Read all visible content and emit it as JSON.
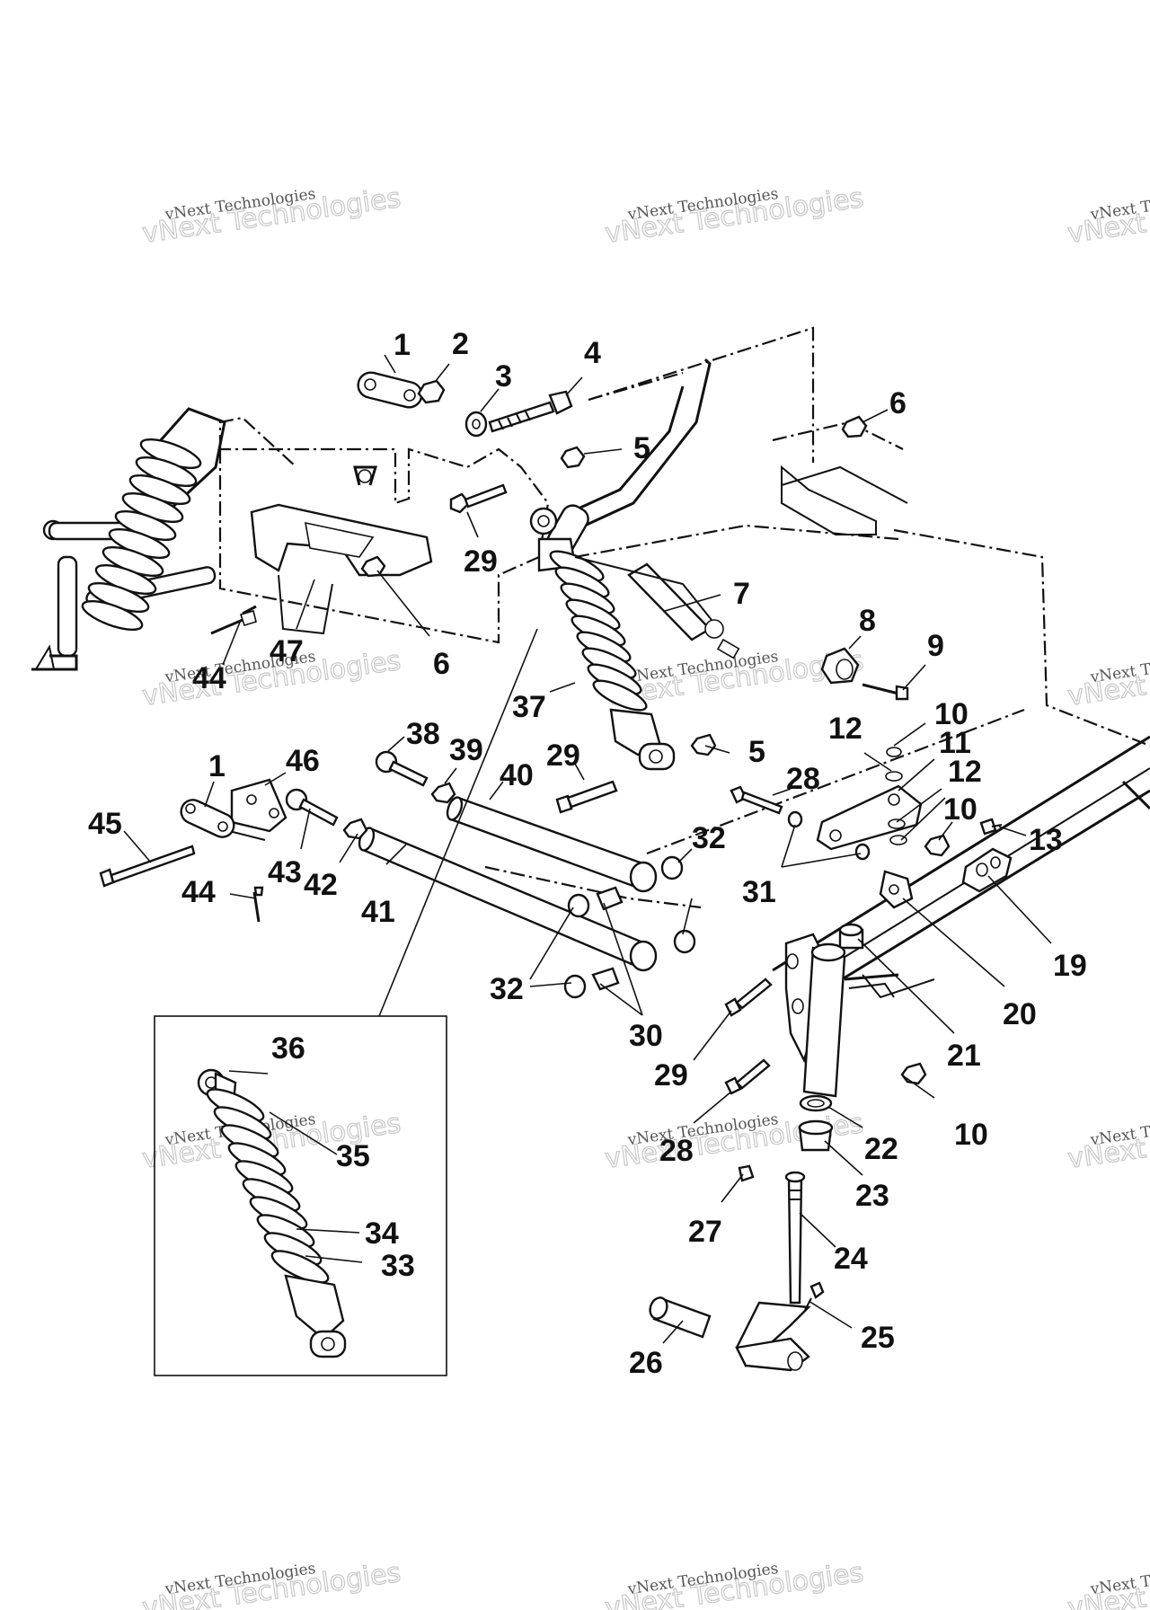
{
  "watermark": {
    "big_text": "vNext Technologies",
    "small_text": "vNext Technologies"
  },
  "parts": {
    "p1": "1",
    "p2": "2",
    "p3": "3",
    "p4": "4",
    "p5": "5",
    "p6": "6",
    "p7": "7",
    "p8": "8",
    "p9": "9",
    "p10": "10",
    "p11": "11",
    "p12": "12",
    "p13": "13",
    "p19": "19",
    "p20": "20",
    "p21": "21",
    "p22": "22",
    "p23": "23",
    "p24": "24",
    "p25": "25",
    "p26": "26",
    "p27": "27",
    "p28": "28",
    "p29": "29",
    "p30": "30",
    "p31": "31",
    "p32": "32",
    "p33": "33",
    "p34": "34",
    "p35": "35",
    "p36": "36",
    "p37": "37",
    "p38": "38",
    "p39": "39",
    "p40": "40",
    "p41": "41",
    "p42": "42",
    "p43": "43",
    "p44": "44",
    "p45": "45",
    "p46": "46",
    "p47": "47"
  }
}
